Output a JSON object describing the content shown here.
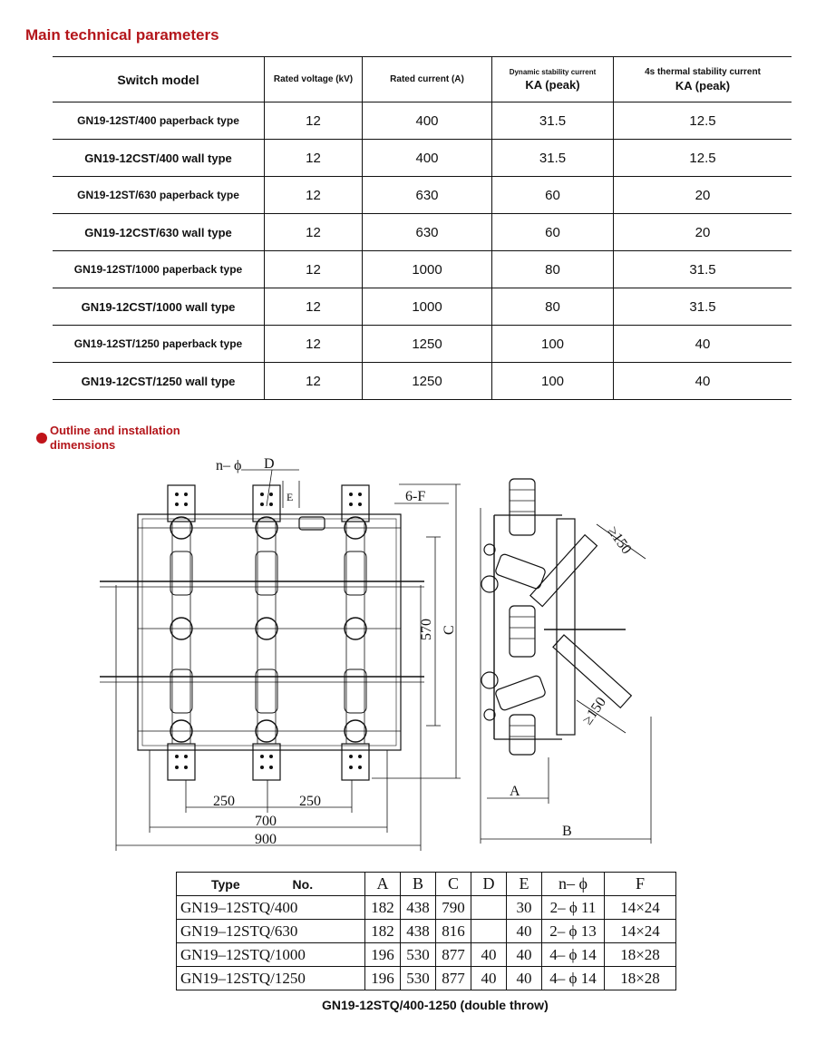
{
  "section_title": "Main technical parameters",
  "params_table": {
    "headers": {
      "model": "Switch model",
      "voltage": "Rated voltage (kV)",
      "current": "Rated current (A)",
      "dynamic_top": "Dynamic stability current",
      "dynamic_bottom": "KA (peak)",
      "thermal_top": "4s thermal stability current",
      "thermal_bottom": "KA (peak)"
    },
    "rows": [
      {
        "model": "GN19-12ST/400 paperback type",
        "voltage": "12",
        "current": "400",
        "dynamic": "31.5",
        "thermal": "12.5"
      },
      {
        "model": "GN19-12CST/400 wall type",
        "voltage": "12",
        "current": "400",
        "dynamic": "31.5",
        "thermal": "12.5"
      },
      {
        "model": "GN19-12ST/630 paperback type",
        "voltage": "12",
        "current": "630",
        "dynamic": "60",
        "thermal": "20"
      },
      {
        "model": "GN19-12CST/630 wall type",
        "voltage": "12",
        "current": "630",
        "dynamic": "60",
        "thermal": "20"
      },
      {
        "model": "GN19-12ST/1000 paperback type",
        "voltage": "12",
        "current": "1000",
        "dynamic": "80",
        "thermal": "31.5"
      },
      {
        "model": "GN19-12CST/1000 wall type",
        "voltage": "12",
        "current": "1000",
        "dynamic": "80",
        "thermal": "31.5"
      },
      {
        "model": "GN19-12ST/1250 paperback type",
        "voltage": "12",
        "current": "1250",
        "dynamic": "100",
        "thermal": "40"
      },
      {
        "model": "GN19-12CST/1250 wall type",
        "voltage": "12",
        "current": "1250",
        "dynamic": "100",
        "thermal": "40"
      }
    ]
  },
  "outline_title": "Outline and installation dimensions",
  "drawing_labels": {
    "n_phi": "n– ϕ",
    "d": "D",
    "e": "E",
    "six_f": "6-F",
    "d570": "570",
    "c": "C",
    "d250_left": "250",
    "d250_right": "250",
    "d700": "700",
    "d900": "900",
    "ge150_top": "≥150",
    "ge150_bottom": "≥150",
    "a": "A",
    "b": "B"
  },
  "dims_table": {
    "headers": {
      "type": "Type",
      "no": "No.",
      "a": "A",
      "b": "B",
      "c": "C",
      "d": "D",
      "e": "E",
      "n_phi": "n– ϕ",
      "f": "F"
    },
    "rows": [
      {
        "type": "GN19–12STQ/400",
        "a": "182",
        "b": "438",
        "c": "790",
        "d": "",
        "e": "30",
        "n_phi": "2– ϕ 11",
        "f": "14×24"
      },
      {
        "type": "GN19–12STQ/630",
        "a": "182",
        "b": "438",
        "c": "816",
        "d": "",
        "e": "40",
        "n_phi": "2– ϕ 13",
        "f": "14×24"
      },
      {
        "type": "GN19–12STQ/1000",
        "a": "196",
        "b": "530",
        "c": "877",
        "d": "40",
        "e": "40",
        "n_phi": "4– ϕ 14",
        "f": "18×28"
      },
      {
        "type": "GN19–12STQ/1250",
        "a": "196",
        "b": "530",
        "c": "877",
        "d": "40",
        "e": "40",
        "n_phi": "4– ϕ 14",
        "f": "18×28"
      }
    ]
  },
  "caption": "GN19-12STQ/400-1250 (double throw)"
}
